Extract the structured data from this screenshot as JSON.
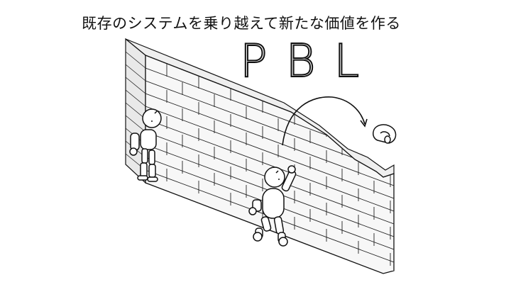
{
  "slide": {
    "caption": "既存のシステムを乗り越えて新たな価値を作る",
    "logo_text": "PBL"
  },
  "colors": {
    "background": "#ffffff",
    "ink": "#111111",
    "wall_fill": "#f7f7f7"
  },
  "icons": {
    "wall": "brick-wall-illustration",
    "figure_1": "thinking-figure-with-backpack",
    "figure_2": "throwing-figure",
    "helmet": "helmet-icon",
    "arc": "throw-arc-arrow"
  }
}
